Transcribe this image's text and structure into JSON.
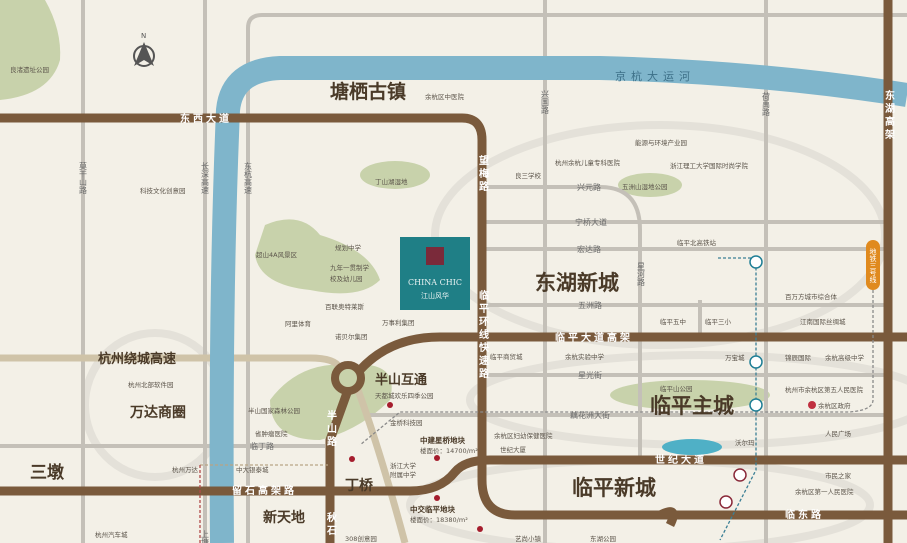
{
  "colors": {
    "background": "#f3f0e7",
    "expressway": "#7a5a3c",
    "minor_road": "#c4c0b8",
    "ring_road": "#cfc3a8",
    "river": "#7fb5cb",
    "green": "#c8d2ab",
    "logo": "#1f7f86",
    "metro_line_3": "#e08a1e",
    "land_plot": "#a51d2d"
  },
  "compass": {
    "label": "N"
  },
  "logo": {
    "en": "CHINA CHIC",
    "cn": "江山风华"
  },
  "districts": [
    "塘栖古镇",
    "东湖新城",
    "临平主城",
    "临平新城",
    "万达商圈",
    "三墩",
    "半山互通",
    "丁桥",
    "新天地"
  ],
  "roads": {
    "dongxi": "东西大道",
    "canal": "京杭大运河",
    "ring": "杭州绕城高速",
    "liushi": "留石高架路",
    "linping_elevated": "临平大道高架",
    "shiji": "世纪大道",
    "lindong": "临东路",
    "wangmei": "望梅路",
    "linping_ring": "临平环线快速路",
    "donghu": "东湖高架",
    "xingguo": "兴国路",
    "heyu": "荷禹路",
    "moganshan": "莫干山路",
    "changshen": "长深高速",
    "donghang": "东杭高速",
    "xingyuan": "兴元路",
    "ningqiao": "宁桥大道",
    "hongda": "宏达路",
    "wuzhou": "五洲路",
    "xingguang": "星光街",
    "ouhuazhou": "藕花洲大街",
    "linding": "临丁路",
    "xinghe": "星河路",
    "banshan": "半山路",
    "qiushi": "秋石",
    "shangtang": "上塘"
  },
  "metro": {
    "line3": "地铁三号线",
    "icon": "metro-m-icon"
  },
  "pois": [
    "良渚遗址公园",
    "科技文化创意园",
    "丁山湖湿地",
    "余杭区中医院",
    "超山4A风景区",
    "规划中学",
    "九年一贯制学",
    "校及幼儿园",
    "百联奥特莱斯",
    "阿里体育",
    "万事利集团",
    "诺贝尔集团",
    "杭州北部软件园",
    "半山国家森林公园",
    "省肿瘤医院",
    "天都城欢乐四季公园",
    "浙江大学",
    "附属中学",
    "杭州万达",
    "中大银泰城",
    "杭州汽车城",
    "308创意园",
    "余杭区妇幼保健医院",
    "世纪大厦",
    "临平商贸城",
    "余杭实验中学",
    "临平五中",
    "临平三小",
    "万宝城",
    "临平山公园",
    "杭州余杭儿童专科医院",
    "能源与环境产业园",
    "浙江理工大学国际时尚学院",
    "五洲山湿地公园",
    "良三学校",
    "临平北高铁站",
    "百万方城市综合体",
    "江南国际丝绸城",
    "锦辰国际",
    "余杭高级中学",
    "杭州市余杭区第五人民医院",
    "余杭区政府",
    "人民广场",
    "沃尔玛",
    "市民之家",
    "余杭区第一人民医院",
    "东湖公园",
    "艺尚小镇",
    "金桥科技园",
    "新天地"
  ],
  "plots": [
    {
      "name": "中建星桥地块",
      "price": "楼面价：14700/m²"
    },
    {
      "name": "中交临平地块",
      "price": "楼面价：18380/m²"
    }
  ]
}
